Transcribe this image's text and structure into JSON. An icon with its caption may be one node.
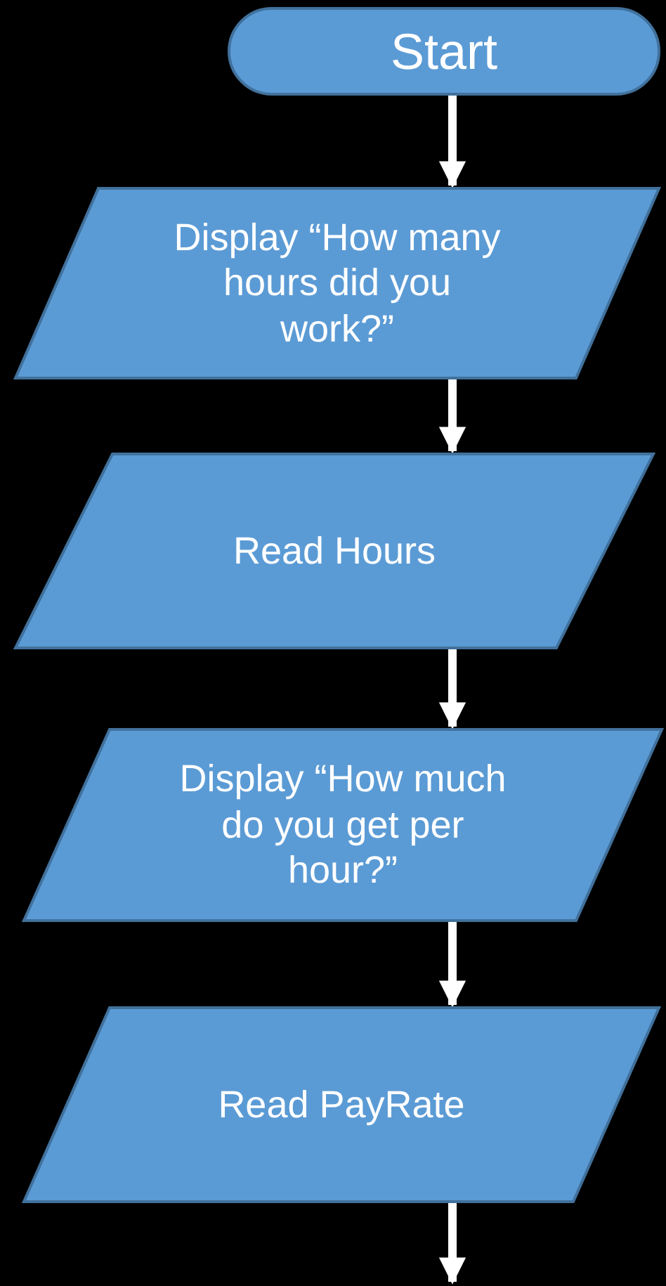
{
  "diagram": {
    "nodes": [
      {
        "text": [
          "Start"
        ]
      },
      {
        "text": [
          "Display “How many hours did you work?”"
        ]
      },
      {
        "text": [
          "Read Hours"
        ]
      },
      {
        "text": [
          "Display “How much do you get per hour?”"
        ]
      },
      {
        "text": [
          "Read PayRate"
        ]
      }
    ],
    "edges": [
      {
        "from": 0,
        "to": 1,
        "arrow": "to"
      },
      {
        "from": 1,
        "to": 2,
        "arrow": "to"
      },
      {
        "from": 2,
        "to": 3,
        "arrow": "to"
      },
      {
        "from": 3,
        "to": 4,
        "arrow": "to"
      },
      {
        "from": 4,
        "to": null,
        "arrow": "to"
      }
    ]
  }
}
